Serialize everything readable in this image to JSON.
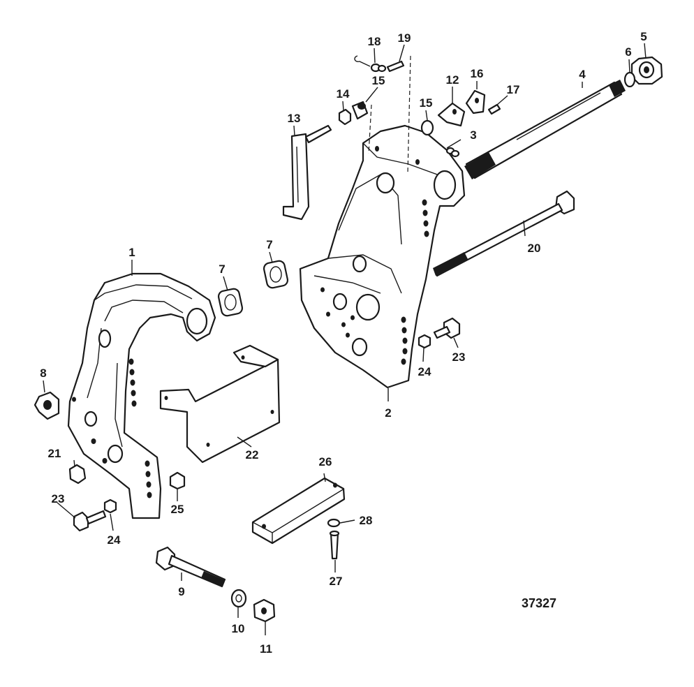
{
  "diagram": {
    "drawing_number": "37327",
    "callouts": [
      {
        "id": "c1",
        "label": "1"
      },
      {
        "id": "c2",
        "label": "2"
      },
      {
        "id": "c3",
        "label": "3"
      },
      {
        "id": "c4",
        "label": "4"
      },
      {
        "id": "c5",
        "label": "5"
      },
      {
        "id": "c6",
        "label": "6"
      },
      {
        "id": "c7a",
        "label": "7"
      },
      {
        "id": "c7b",
        "label": "7"
      },
      {
        "id": "c8",
        "label": "8"
      },
      {
        "id": "c9",
        "label": "9"
      },
      {
        "id": "c10",
        "label": "10"
      },
      {
        "id": "c11",
        "label": "11"
      },
      {
        "id": "c12",
        "label": "12"
      },
      {
        "id": "c13",
        "label": "13"
      },
      {
        "id": "c14",
        "label": "14"
      },
      {
        "id": "c15a",
        "label": "15"
      },
      {
        "id": "c15b",
        "label": "15"
      },
      {
        "id": "c16",
        "label": "16"
      },
      {
        "id": "c17",
        "label": "17"
      },
      {
        "id": "c18",
        "label": "18"
      },
      {
        "id": "c19",
        "label": "19"
      },
      {
        "id": "c20",
        "label": "20"
      },
      {
        "id": "c21",
        "label": "21"
      },
      {
        "id": "c22",
        "label": "22"
      },
      {
        "id": "c23a",
        "label": "23"
      },
      {
        "id": "c23b",
        "label": "23"
      },
      {
        "id": "c24a",
        "label": "24"
      },
      {
        "id": "c24b",
        "label": "24"
      },
      {
        "id": "c25",
        "label": "25"
      },
      {
        "id": "c26",
        "label": "26"
      },
      {
        "id": "c27",
        "label": "27"
      },
      {
        "id": "c28",
        "label": "28"
      }
    ]
  }
}
